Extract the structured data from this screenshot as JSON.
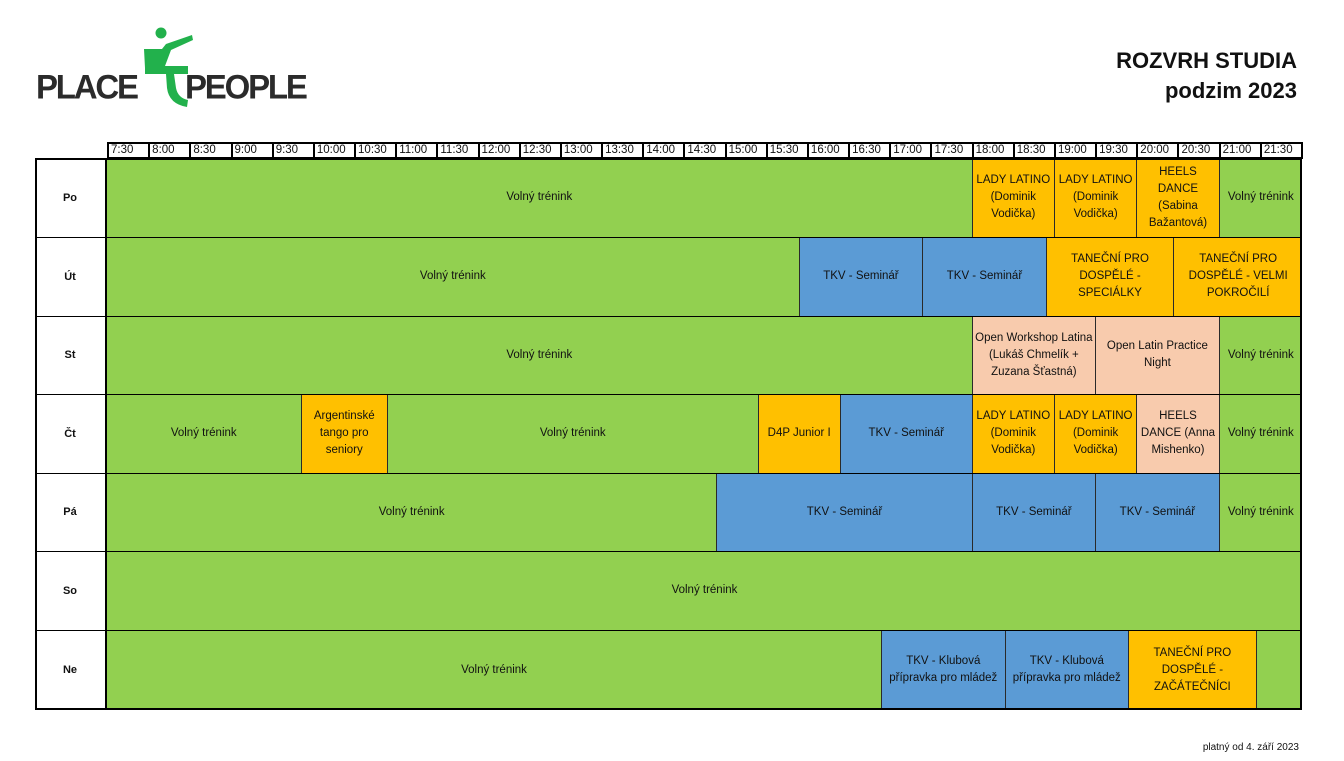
{
  "logo": {
    "left_text": "PLACE",
    "number": "4",
    "right_text": "PEOPLE"
  },
  "title": {
    "line1": "ROZVRH STUDIA",
    "line2": "podzim 2023"
  },
  "footer": "platný od 4. září 2023",
  "colors": {
    "free": "#92d050",
    "course": "#ffc000",
    "seminar": "#5b9bd5",
    "workshop": "#f8cbad",
    "logo_green": "#22b14c"
  },
  "times": [
    "7:30",
    "8:00",
    "8:30",
    "9:00",
    "9:30",
    "10:00",
    "10:30",
    "11:00",
    "11:30",
    "12:00",
    "12:30",
    "13:00",
    "13:30",
    "14:00",
    "14:30",
    "15:00",
    "15:30",
    "16:00",
    "16:30",
    "17:00",
    "17:30",
    "18:00",
    "18:30",
    "19:00",
    "19:30",
    "20:00",
    "20:30",
    "21:00",
    "21:30"
  ],
  "days": [
    {
      "label": "Po",
      "blocks": [
        {
          "start": 0,
          "span": 21,
          "text": "Volný trénink",
          "type": "free"
        },
        {
          "start": 21,
          "span": 2,
          "text": "LADY LATINO (Dominik Vodička)",
          "type": "course"
        },
        {
          "start": 23,
          "span": 2,
          "text": "LADY LATINO (Dominik Vodička)",
          "type": "course"
        },
        {
          "start": 25,
          "span": 2,
          "text": "HEELS DANCE (Sabina Bažantová)",
          "type": "course"
        },
        {
          "start": 27,
          "span": 2,
          "text": "Volný trénink",
          "type": "free"
        }
      ]
    },
    {
      "label": "Út",
      "blocks": [
        {
          "start": 0,
          "span": 16.8,
          "text": "Volný trénink",
          "type": "free"
        },
        {
          "start": 16.8,
          "span": 3,
          "text": "TKV - Seminář",
          "type": "seminar"
        },
        {
          "start": 19.8,
          "span": 3,
          "text": "TKV - Seminář",
          "type": "seminar"
        },
        {
          "start": 22.8,
          "span": 3.1,
          "text": "TANEČNÍ PRO DOSPĚLÉ - SPECIÁLKY",
          "type": "course"
        },
        {
          "start": 25.9,
          "span": 3.1,
          "text": "TANEČNÍ PRO DOSPĚLÉ - VELMI POKROČILÍ",
          "type": "course"
        }
      ]
    },
    {
      "label": "St",
      "blocks": [
        {
          "start": 0,
          "span": 21,
          "text": "Volný trénink",
          "type": "free"
        },
        {
          "start": 21,
          "span": 3,
          "text": "Open Workshop Latina  (Lukáš Chmelík + Zuzana Šťastná)",
          "type": "workshop"
        },
        {
          "start": 24,
          "span": 3,
          "text": "Open Latin Practice Night",
          "type": "workshop"
        },
        {
          "start": 27,
          "span": 2,
          "text": "Volný trénink",
          "type": "free"
        }
      ]
    },
    {
      "label": "Čt",
      "blocks": [
        {
          "start": 0,
          "span": 4.7,
          "text": "Volný trénink",
          "type": "free"
        },
        {
          "start": 4.7,
          "span": 2.1,
          "text": "Argentinské tango pro seniory",
          "type": "course"
        },
        {
          "start": 6.8,
          "span": 9,
          "text": "Volný trénink",
          "type": "free"
        },
        {
          "start": 15.8,
          "span": 2,
          "text": "D4P Junior I",
          "type": "course"
        },
        {
          "start": 17.8,
          "span": 3.2,
          "text": "TKV - Seminář",
          "type": "seminar"
        },
        {
          "start": 21,
          "span": 2,
          "text": "LADY LATINO (Dominik Vodička)",
          "type": "course"
        },
        {
          "start": 23,
          "span": 2,
          "text": "LADY LATINO (Dominik Vodička)",
          "type": "course"
        },
        {
          "start": 25,
          "span": 2,
          "text": "HEELS DANCE (Anna Mishenko)",
          "type": "workshop"
        },
        {
          "start": 27,
          "span": 2,
          "text": "Volný trénink",
          "type": "free"
        }
      ]
    },
    {
      "label": "Pá",
      "blocks": [
        {
          "start": 0,
          "span": 14.8,
          "text": "Volný trénink",
          "type": "free"
        },
        {
          "start": 14.8,
          "span": 6.2,
          "text": "TKV - Seminář",
          "type": "seminar"
        },
        {
          "start": 21,
          "span": 3,
          "text": "TKV - Seminář",
          "type": "seminar"
        },
        {
          "start": 24,
          "span": 3,
          "text": "TKV - Seminář",
          "type": "seminar"
        },
        {
          "start": 27,
          "span": 2,
          "text": "Volný trénink",
          "type": "free"
        }
      ]
    },
    {
      "label": "So",
      "blocks": [
        {
          "start": 0,
          "span": 29,
          "text": "Volný trénink",
          "type": "free"
        }
      ]
    },
    {
      "label": "Ne",
      "blocks": [
        {
          "start": 0,
          "span": 18.8,
          "text": "Volný trénink",
          "type": "free"
        },
        {
          "start": 18.8,
          "span": 3,
          "text": "TKV - Klubová přípravka pro mládež",
          "type": "seminar"
        },
        {
          "start": 21.8,
          "span": 3,
          "text": "TKV - Klubová přípravka pro mládež",
          "type": "seminar"
        },
        {
          "start": 24.8,
          "span": 3.1,
          "text": "TANEČNÍ PRO DOSPĚLÉ - ZAČÁTEČNÍCI",
          "type": "course"
        },
        {
          "start": 27.9,
          "span": 1.1,
          "text": "",
          "type": "free"
        }
      ]
    }
  ]
}
